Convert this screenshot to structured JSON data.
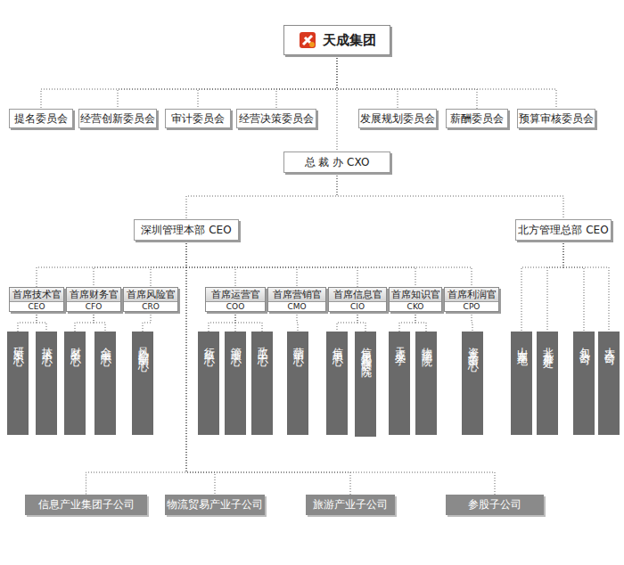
{
  "diagram": {
    "nodes": [
      {
        "text": [
          "天成集团"
        ]
      },
      {
        "text": [
          "提名委员会"
        ]
      },
      {
        "text": [
          "经营创新委员会"
        ]
      },
      {
        "text": [
          "审计委员会"
        ]
      },
      {
        "text": [
          "经营决策委员会"
        ]
      },
      {
        "text": [
          "发展规划委员会"
        ]
      },
      {
        "text": [
          "薪酬委员会"
        ]
      },
      {
        "text": [
          "预算审核委员会"
        ]
      },
      {
        "text": [
          "总 裁 办 CXO"
        ]
      },
      {
        "text": [
          "深圳管理本部 CEO"
        ]
      },
      {
        "text": [
          "北方管理总部 CEO"
        ]
      },
      {
        "text": [
          "首席技术官",
          "CEO"
        ]
      },
      {
        "text": [
          "首席财务官",
          "CFO"
        ]
      },
      {
        "text": [
          "首席风险官",
          "CRO"
        ]
      },
      {
        "text": [
          "首席运营官",
          "COO"
        ]
      },
      {
        "text": [
          "首席营销官",
          "CMO"
        ]
      },
      {
        "text": [
          "首席信息官",
          "CIO"
        ]
      },
      {
        "text": [
          "首席知识官",
          "CKO"
        ]
      },
      {
        "text": [
          "首席利润官",
          "CPO"
        ]
      },
      {
        "text": [
          "研发中心"
        ]
      },
      {
        "text": [
          "技术中心"
        ]
      },
      {
        "text": [
          "财务中心"
        ]
      },
      {
        "text": [
          "金融中心"
        ]
      },
      {
        "text": [
          "风险控制中心"
        ]
      },
      {
        "text": [
          "行政中心"
        ]
      },
      {
        "text": [
          "管理中心"
        ]
      },
      {
        "text": [
          "政工中心"
        ]
      },
      {
        "text": [
          "营销中心"
        ]
      },
      {
        "text": [
          "信息中心"
        ]
      },
      {
        "text": [
          "信息化工程研究院"
        ]
      },
      {
        "text": [
          "天成大学"
        ]
      },
      {
        "text": [
          "物流学院"
        ]
      },
      {
        "text": [
          "资本运营中心"
        ]
      },
      {
        "text": [
          "山东基地"
        ]
      },
      {
        "text": [
          "北京办事处"
        ]
      },
      {
        "text": [
          "包头公司"
        ]
      },
      {
        "text": [
          "大连公司"
        ]
      },
      {
        "text": [
          "信息产业集团子公司"
        ]
      },
      {
        "text": [
          "物流贸易产业子公司"
        ]
      },
      {
        "text": [
          "旅游产业子公司"
        ]
      },
      {
        "text": [
          "参股子公司"
        ]
      }
    ],
    "edges": [
      {
        "from": 0,
        "to": 1,
        "arrow": "none"
      },
      {
        "from": 0,
        "to": 2,
        "arrow": "none"
      },
      {
        "from": 0,
        "to": 3,
        "arrow": "none"
      },
      {
        "from": 0,
        "to": 4,
        "arrow": "none"
      },
      {
        "from": 0,
        "to": 5,
        "arrow": "none"
      },
      {
        "from": 0,
        "to": 6,
        "arrow": "none"
      },
      {
        "from": 0,
        "to": 7,
        "arrow": "none"
      },
      {
        "from": 0,
        "to": 8,
        "arrow": "none"
      },
      {
        "from": 8,
        "to": 9,
        "arrow": "none"
      },
      {
        "from": 8,
        "to": 10,
        "arrow": "none"
      },
      {
        "from": 9,
        "to": 11,
        "arrow": "none"
      },
      {
        "from": 9,
        "to": 12,
        "arrow": "none"
      },
      {
        "from": 9,
        "to": 13,
        "arrow": "none"
      },
      {
        "from": 9,
        "to": 14,
        "arrow": "none"
      },
      {
        "from": 9,
        "to": 15,
        "arrow": "none"
      },
      {
        "from": 9,
        "to": 16,
        "arrow": "none"
      },
      {
        "from": 9,
        "to": 17,
        "arrow": "none"
      },
      {
        "from": 9,
        "to": 18,
        "arrow": "none"
      },
      {
        "from": 11,
        "to": 19,
        "arrow": "none"
      },
      {
        "from": 11,
        "to": 20,
        "arrow": "none"
      },
      {
        "from": 12,
        "to": 21,
        "arrow": "none"
      },
      {
        "from": 12,
        "to": 22,
        "arrow": "none"
      },
      {
        "from": 13,
        "to": 23,
        "arrow": "none"
      },
      {
        "from": 14,
        "to": 24,
        "arrow": "none"
      },
      {
        "from": 14,
        "to": 25,
        "arrow": "none"
      },
      {
        "from": 14,
        "to": 26,
        "arrow": "none"
      },
      {
        "from": 15,
        "to": 27,
        "arrow": "none"
      },
      {
        "from": 16,
        "to": 28,
        "arrow": "none"
      },
      {
        "from": 16,
        "to": 29,
        "arrow": "none"
      },
      {
        "from": 17,
        "to": 30,
        "arrow": "none"
      },
      {
        "from": 17,
        "to": 31,
        "arrow": "none"
      },
      {
        "from": 18,
        "to": 32,
        "arrow": "none"
      },
      {
        "from": 10,
        "to": 33,
        "arrow": "none"
      },
      {
        "from": 10,
        "to": 34,
        "arrow": "none"
      },
      {
        "from": 10,
        "to": 35,
        "arrow": "none"
      },
      {
        "from": 10,
        "to": 36,
        "arrow": "none"
      },
      {
        "from": 9,
        "to": 37,
        "arrow": "none"
      },
      {
        "from": 9,
        "to": 38,
        "arrow": "none"
      },
      {
        "from": 9,
        "to": 39,
        "arrow": "none"
      },
      {
        "from": 9,
        "to": 40,
        "arrow": "none"
      }
    ]
  }
}
